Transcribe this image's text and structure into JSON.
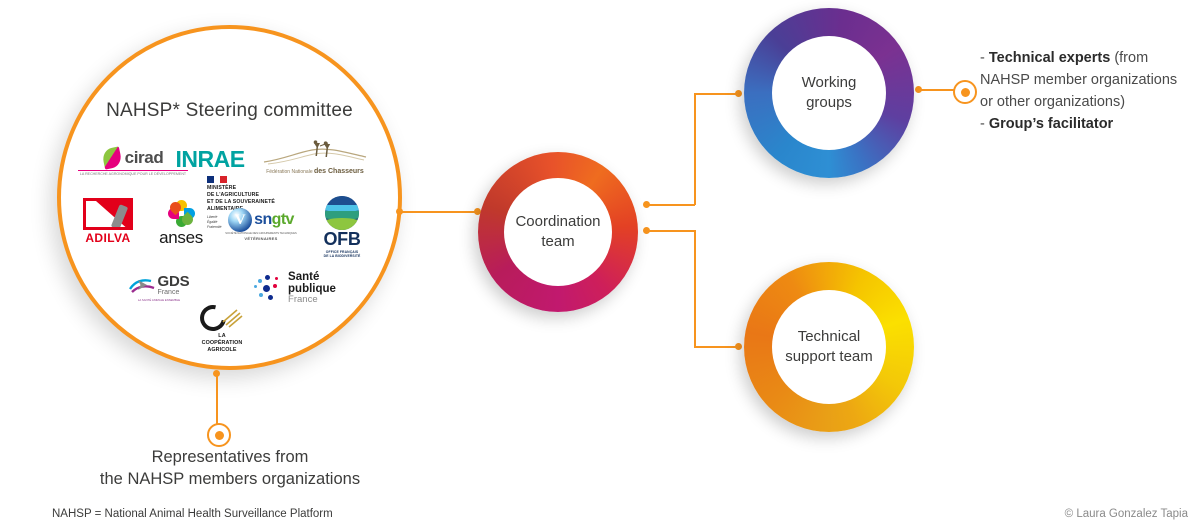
{
  "diagram": {
    "steering": {
      "title": "NAHSP* Steering committee",
      "logos": [
        {
          "id": "cirad",
          "name": "cirad",
          "caption": "LA RECHERCHE AGRONOMIQUE POUR LE DÉVELOPPEMENT"
        },
        {
          "id": "inrae",
          "name": "INRAE",
          "caption": ""
        },
        {
          "id": "chasseurs",
          "name": "Fédération Nationale des Chasseurs",
          "caption": "Fédération Nationale",
          "caption_bold": "des Chasseurs"
        },
        {
          "id": "ministere",
          "name": "MINISTÈRE DE L'AGRICULTURE ET DE LA SOUVERAINETÉ ALIMENTAIRE",
          "caption": "Liberté Égalité Fraternité"
        },
        {
          "id": "adilva",
          "name": "ADILVA",
          "caption": ""
        },
        {
          "id": "anses",
          "name": "anses",
          "caption": ""
        },
        {
          "id": "sngtv",
          "name": "sngtv",
          "caption": "SOCIÉTÉ NATIONALE DES GROUPEMENTS TECHNIQUES VÉTÉRINAIRES"
        },
        {
          "id": "ofb",
          "name": "OFB",
          "caption": "OFFICE FRANÇAIS DE LA BIODIVERSITÉ"
        },
        {
          "id": "gds",
          "name": "GDS France",
          "caption": "LA SANTÉ ANIMALE ENSEMBLE"
        },
        {
          "id": "spf",
          "name": "Santé publique France",
          "caption": ""
        },
        {
          "id": "coop",
          "name": "LA COOPÉRATION AGRICOLE",
          "caption": ""
        }
      ],
      "ministere_lines": [
        "MINISTÈRE",
        "DE L'AGRICULTURE",
        "ET DE LA SOUVERAINETÉ",
        "ALIMENTAIRE"
      ],
      "ministere_motto": [
        "Liberté",
        "Égalité",
        "Fraternité"
      ],
      "sngtv_parts": {
        "sn": "sn",
        "gtv": "gtv"
      },
      "sngtv_caption_small": "SOCIÉTÉ NATIONALE DES GROUPEMENTS TECHNIQUES",
      "sngtv_caption_bold": "VÉTÉRINAIRES",
      "ofb_caption_lines": [
        "OFFICE FRANÇAIS",
        "DE LA BIODIVERSITÉ"
      ],
      "gds_line1": "GDS",
      "gds_line2": "France",
      "gds_caption": "LA SANTÉ ANIMALE ENSEMBLE",
      "spf_lines": [
        "Santé",
        "publique",
        "France"
      ],
      "coop_lines": [
        "LA",
        "COOPÉRATION",
        "AGRICOLE"
      ],
      "chass_caption_light": "Fédération Nationale",
      "chass_caption_bold": "des Chasseurs",
      "cirad_word": "cirad",
      "cirad_caption": "LA RECHERCHE AGRONOMIQUE POUR LE DÉVELOPPEMENT",
      "inrae_word": "INRAE",
      "adilva_word": "ADILVA",
      "anses_word": "anses"
    },
    "nodes": {
      "coordination": {
        "label_line1": "Coordination",
        "label_line2": "team"
      },
      "working": {
        "label_line1": "Working",
        "label_line2": "groups"
      },
      "support": {
        "label_line1": "Technical",
        "label_line2": "support team"
      }
    },
    "notes": {
      "technical_experts_bold": "Technical experts",
      "technical_experts_rest": " (from NAHSP member organizations or other organizations)",
      "facilitator_bold": "Group’s facilitator",
      "dash": "- "
    },
    "representatives": {
      "line1": "Representatives from",
      "line2": "the NAHSP members organizations"
    },
    "footnote": "NAHSP = National Animal Health Surveillance Platform",
    "copyright": "© Laura Gonzalez Tapia",
    "colors": {
      "accent_orange": "#F7941E",
      "coordination_a": "#E8522A",
      "coordination_b": "#C1196E",
      "working_a": "#6B2E8F",
      "working_b": "#2E8FD4",
      "support_a": "#FBE000",
      "support_b": "#E97716",
      "text": "#3c3c3b"
    }
  }
}
